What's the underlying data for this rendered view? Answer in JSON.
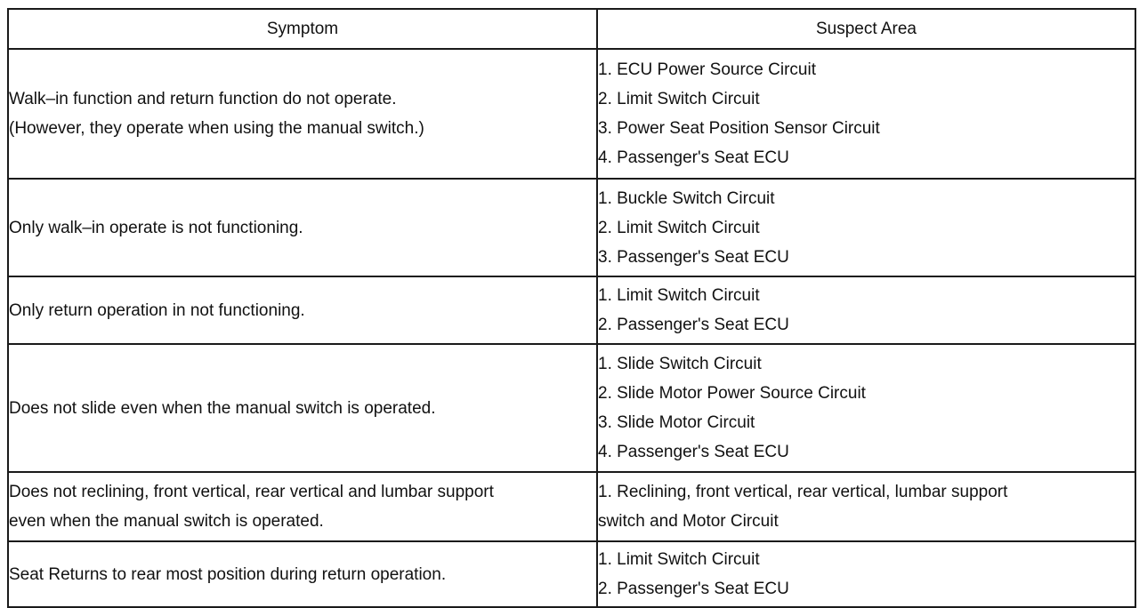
{
  "table": {
    "headers": {
      "symptom": "Symptom",
      "suspect_area": "Suspect Area"
    },
    "rows": [
      {
        "symptom": [
          "Walk–in function and return function do not operate.",
          "(However, they operate when using the manual switch.)"
        ],
        "suspect": [
          "1. ECU Power Source Circuit",
          "2. Limit Switch Circuit",
          "3. Power Seat Position Sensor Circuit",
          "4. Passenger's Seat ECU"
        ]
      },
      {
        "symptom": [
          "Only walk–in operate is not functioning."
        ],
        "suspect": [
          "1. Buckle Switch Circuit",
          "2. Limit Switch Circuit",
          "3. Passenger's Seat ECU"
        ]
      },
      {
        "symptom": [
          "Only return operation in not functioning."
        ],
        "suspect": [
          "1. Limit Switch Circuit",
          "2. Passenger's Seat ECU"
        ]
      },
      {
        "symptom": [
          "Does not slide even when the manual switch is operated."
        ],
        "suspect": [
          "1. Slide Switch Circuit",
          "2. Slide Motor Power Source Circuit",
          "3. Slide Motor Circuit",
          "4. Passenger's Seat ECU"
        ]
      },
      {
        "symptom": [
          "Does not reclining, front vertical, rear vertical and lumbar support",
          "even when the manual switch is operated."
        ],
        "suspect": [
          "1. Reclining, front vertical, rear vertical, lumbar support",
          "switch and Motor Circuit"
        ]
      },
      {
        "symptom": [
          "Seat Returns to rear most position during return operation."
        ],
        "suspect": [
          "1. Limit Switch Circuit",
          "2. Passenger's Seat ECU"
        ]
      }
    ]
  }
}
